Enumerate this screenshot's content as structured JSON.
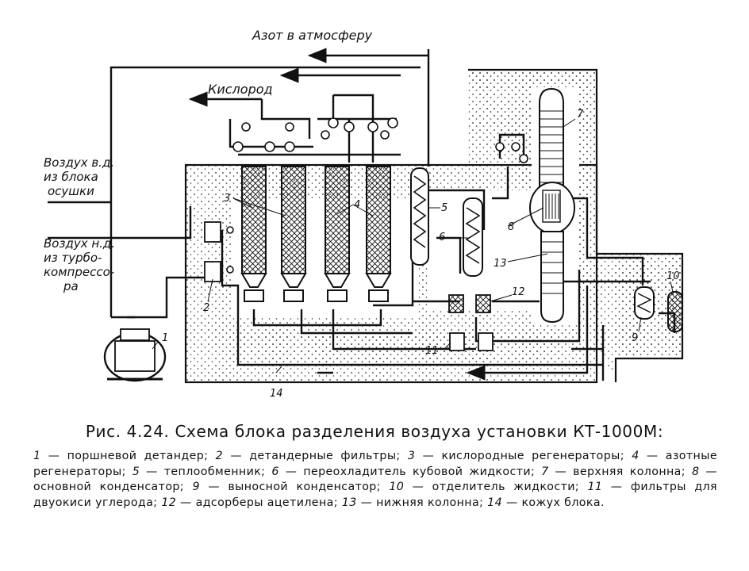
{
  "flows": {
    "nitrogen_out": "Азот в атмосферу",
    "oxygen_out": "Кислород",
    "air_hp_l1": "Воздух в.д.",
    "air_hp_l2": "из блока",
    "air_hp_l3": "осушки",
    "air_lp_l1": "Воздух н.д.",
    "air_lp_l2": "из турбо-",
    "air_lp_l3": "компрессо-",
    "air_lp_l4": "ра"
  },
  "numbers": {
    "n1": "1",
    "n2": "2",
    "n3": "3",
    "n4": "4",
    "n5": "5",
    "n6": "6",
    "n7": "7",
    "n8": "8",
    "n9": "9",
    "n10": "10",
    "n11": "11",
    "n12": "12",
    "n13": "13",
    "n14": "14"
  },
  "caption": "Рис. 4.24. Схема блока разделения воздуха установки КТ-1000М:",
  "legend": [
    {
      "num": "1",
      "text": "поршневой детандер;"
    },
    {
      "num": "2",
      "text": "детандерные фильтры;"
    },
    {
      "num": "3",
      "text": "кислородные регенераторы;"
    },
    {
      "num": "4",
      "text": "азотные регенераторы;"
    },
    {
      "num": "5",
      "text": "теплообменник;"
    },
    {
      "num": "6",
      "text": "переохладитель кубовой жидкости;"
    },
    {
      "num": "7",
      "text": "верхняя колонна;"
    },
    {
      "num": "8",
      "text": "основной конденсатор;"
    },
    {
      "num": "9",
      "text": "выносной конденсатор;"
    },
    {
      "num": "10",
      "text": "отделитель жидкости;"
    },
    {
      "num": "11",
      "text": "фильтры для двуокиси углерода;"
    },
    {
      "num": "12",
      "text": "адсорберы ацетилена;"
    },
    {
      "num": "13",
      "text": "нижняя колонна;"
    },
    {
      "num": "14",
      "text": "кожух блока."
    }
  ]
}
